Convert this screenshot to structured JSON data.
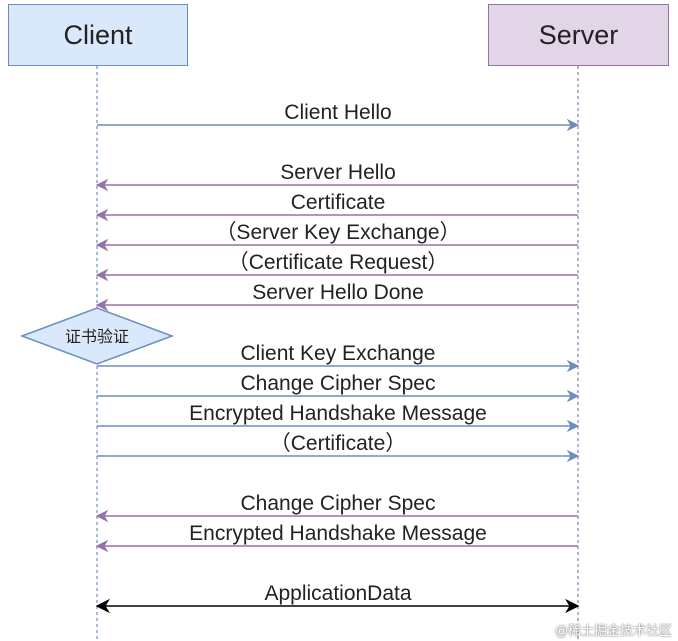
{
  "actors": {
    "client": "Client",
    "server": "Server"
  },
  "colors": {
    "client_fill": "#dae8fc",
    "client_stroke": "#6c8ebf",
    "server_fill": "#e1d5e7",
    "server_stroke": "#9673a6",
    "arrow_to_server": "#6c8ebf",
    "arrow_to_client": "#9673a6",
    "arrow_both": "#000000"
  },
  "messages": [
    {
      "label": "Client Hello",
      "direction": "to-server"
    },
    {
      "label": "Server Hello",
      "direction": "to-client"
    },
    {
      "label": "Certificate",
      "direction": "to-client"
    },
    {
      "label": "（Server Key Exchange）",
      "direction": "to-client"
    },
    {
      "label": "（Certificate Request）",
      "direction": "to-client"
    },
    {
      "label": "Server Hello Done",
      "direction": "to-client"
    },
    {
      "label": "Client Key Exchange",
      "direction": "to-server"
    },
    {
      "label": "Change Cipher Spec",
      "direction": "to-server"
    },
    {
      "label": "Encrypted Handshake Message",
      "direction": "to-server"
    },
    {
      "label": "（Certificate）",
      "direction": "to-server"
    },
    {
      "label": "Change Cipher Spec",
      "direction": "to-client"
    },
    {
      "label": "Encrypted Handshake Message",
      "direction": "to-client"
    },
    {
      "label": "ApplicationData",
      "direction": "both"
    }
  ],
  "decision": {
    "label": "证书验证"
  },
  "watermark": "@稀土掘金技术社区"
}
